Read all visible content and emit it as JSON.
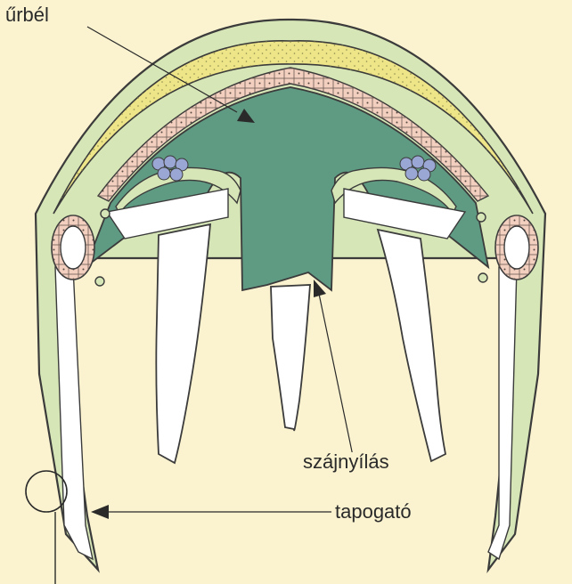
{
  "labels": {
    "gastric_cavity": "űrbél",
    "mouth": "szájnyílás",
    "tentacle": "tapogató"
  },
  "colors": {
    "background": "#fbf3cf",
    "outer_layer": "#d6e6b6",
    "mesoglea": "#eee588",
    "cell_layer": "#f2cfbf",
    "gastric_cavity": "#5f9a83",
    "gonad": "#9aa6d4",
    "outline": "#3b3b3b",
    "white_lobe": "#ffffff"
  }
}
